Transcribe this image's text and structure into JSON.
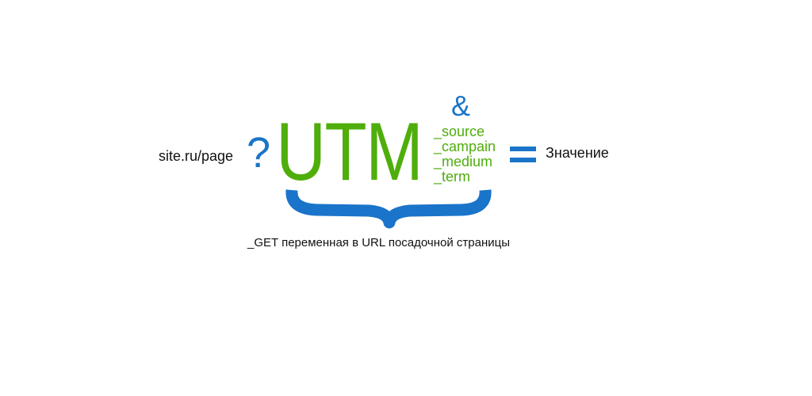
{
  "base_url": "site.ru/page",
  "question_mark": "?",
  "utm": "UTM",
  "ampersand": "&",
  "params": [
    "_source",
    "_campain",
    "_medium",
    "_term"
  ],
  "equals_icon": "equals-sign",
  "value": "Значение",
  "caption": "_GET переменная в URL посадочной страницы",
  "colors": {
    "green": "#4fae0b",
    "blue": "#1a74c9",
    "text": "#111111"
  }
}
